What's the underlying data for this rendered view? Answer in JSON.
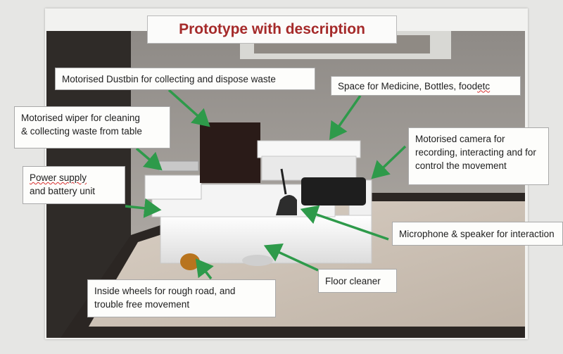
{
  "title": "Prototype with description",
  "labels": {
    "dustbin": "Motorised Dustbin for collecting and dispose waste",
    "space": "Space for Medicine, Bottles, food ",
    "space_etc": "etc",
    "wiper": "Motorised wiper for cleaning\n& collecting waste from table",
    "camera": "Motorised camera for\nrecording, interacting and for\ncontrol the movement",
    "power_line1": "Power supply",
    "power_line2": "and battery unit",
    "microphone": "Microphone & speaker for interaction",
    "floor": "Floor cleaner",
    "wheels": "Inside wheels for rough road, and\ntrouble free movement"
  },
  "colors": {
    "title_text": "#a52a2a",
    "arrow": "#2e9a4a"
  }
}
